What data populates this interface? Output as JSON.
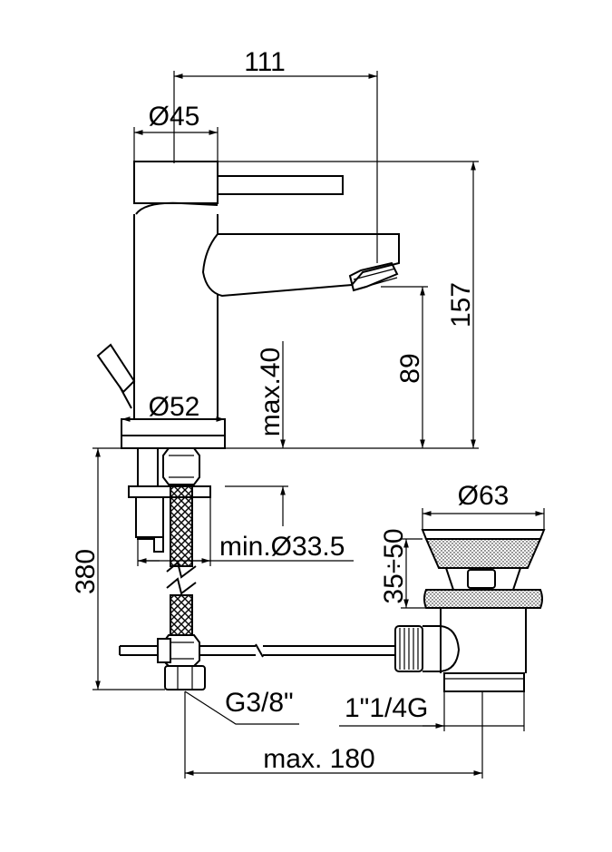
{
  "dimensions": {
    "spout_reach": "111",
    "body_diameter": "Ø45",
    "base_diameter": "Ø52",
    "total_height": "157",
    "spout_height": "89",
    "max_deck_thickness": "max.40",
    "min_hole_diameter": "min.Ø33.5",
    "hose_length": "380",
    "waste_cap_diameter": "Ø63",
    "waste_range": "35÷50",
    "hose_connection": "G3/8\"",
    "waste_thread": "1\"1/4G",
    "max_distance": "max. 180"
  },
  "colors": {
    "line": "#000000",
    "background": "#ffffff"
  }
}
